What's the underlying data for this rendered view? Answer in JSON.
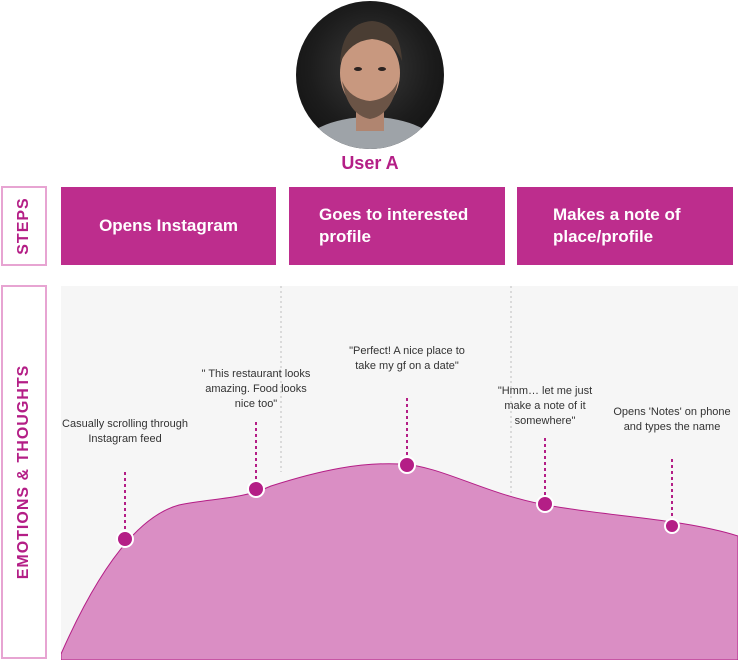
{
  "user": {
    "name": "User A"
  },
  "labels": {
    "steps": "STEPS",
    "emotions": "EMOTIONS & THOUGHTS"
  },
  "steps": [
    {
      "label": "Opens Instagram"
    },
    {
      "label": "Goes to interested profile"
    },
    {
      "label": "Makes a note of place/profile"
    }
  ],
  "colors": {
    "accent": "#bd2d8d",
    "curve_fill": "#da8ec4",
    "point": "#b41e86",
    "border": "#e7a4d2"
  },
  "chart_data": {
    "type": "area",
    "title": "",
    "points": [
      {
        "label": "Casually scrolling through Instagram feed"
      },
      {
        "label": "\" This restaurant looks amazing. Food looks nice too\""
      },
      {
        "label": "\"Perfect! A nice place to take my gf on a date\""
      },
      {
        "label": "\"Hmm… let me just make a note of it somewhere\""
      },
      {
        "label": "Opens 'Notes' on phone and types the name"
      }
    ]
  }
}
